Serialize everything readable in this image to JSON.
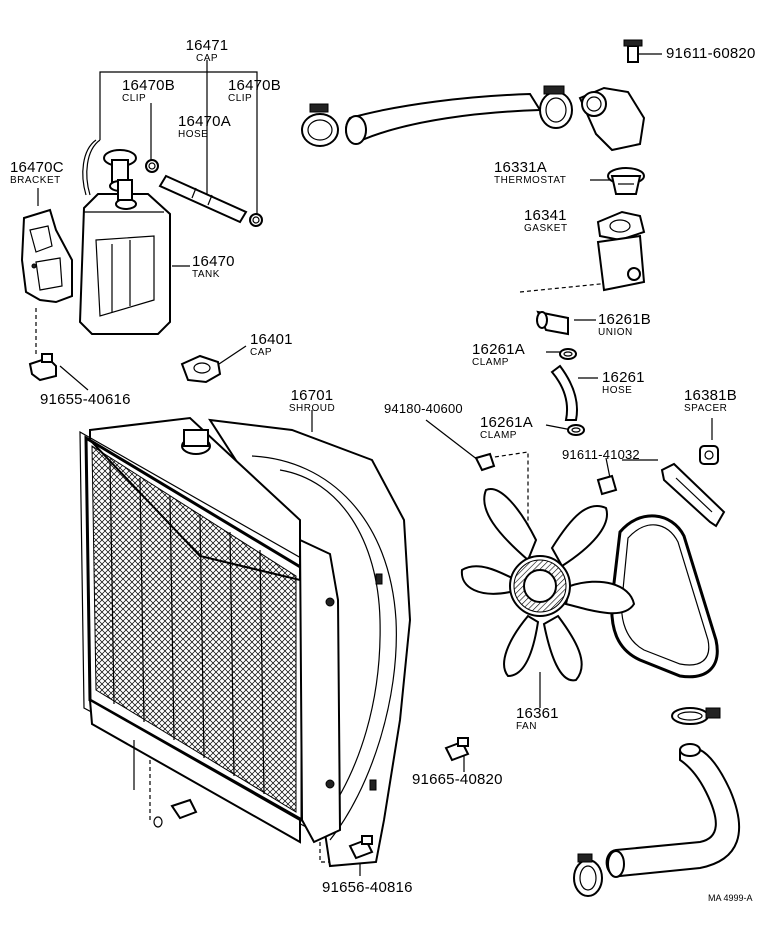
{
  "labels": {
    "cap_16471": {
      "num": "16471",
      "name": "CAP"
    },
    "clip_16470b_left": {
      "num": "16470B",
      "name": "CLIP"
    },
    "clip_16470b_right": {
      "num": "16470B",
      "name": "CLIP"
    },
    "hose_16470a": {
      "num": "16470A",
      "name": "HOSE"
    },
    "bracket_16470c": {
      "num": "16470C",
      "name": "BRACKET"
    },
    "tank_16470": {
      "num": "16470",
      "name": "TANK"
    },
    "bolt_91655": {
      "num": "91655-40616"
    },
    "cap_16401": {
      "num": "16401",
      "name": "CAP"
    },
    "shroud_16701": {
      "num": "16701",
      "name": "SHROUD"
    },
    "nut_94180": {
      "num": "94180-40600"
    },
    "bolt_91611_top": {
      "num": "91611-60820"
    },
    "thermostat_16331a": {
      "num": "16331A",
      "name": "THERMOSTAT"
    },
    "gasket_16341": {
      "num": "16341",
      "name": "GASKET"
    },
    "union_16261b": {
      "num": "16261B",
      "name": "UNION"
    },
    "clamp_16261a_top": {
      "num": "16261A",
      "name": "CLAMP"
    },
    "hose_16261": {
      "num": "16261",
      "name": "HOSE"
    },
    "clamp_16261a_bottom": {
      "num": "16261A",
      "name": "CLAMP"
    },
    "spacer_16381b": {
      "num": "16381B",
      "name": "SPACER"
    },
    "bolt_91611_mid": {
      "num": "91611-41032"
    },
    "fan_16361": {
      "num": "16361",
      "name": "FAN"
    },
    "bolt_91665": {
      "num": "91665-40820"
    },
    "bolt_91656": {
      "num": "91656-40816"
    }
  },
  "footer": {
    "code": "MA 4999-A"
  }
}
